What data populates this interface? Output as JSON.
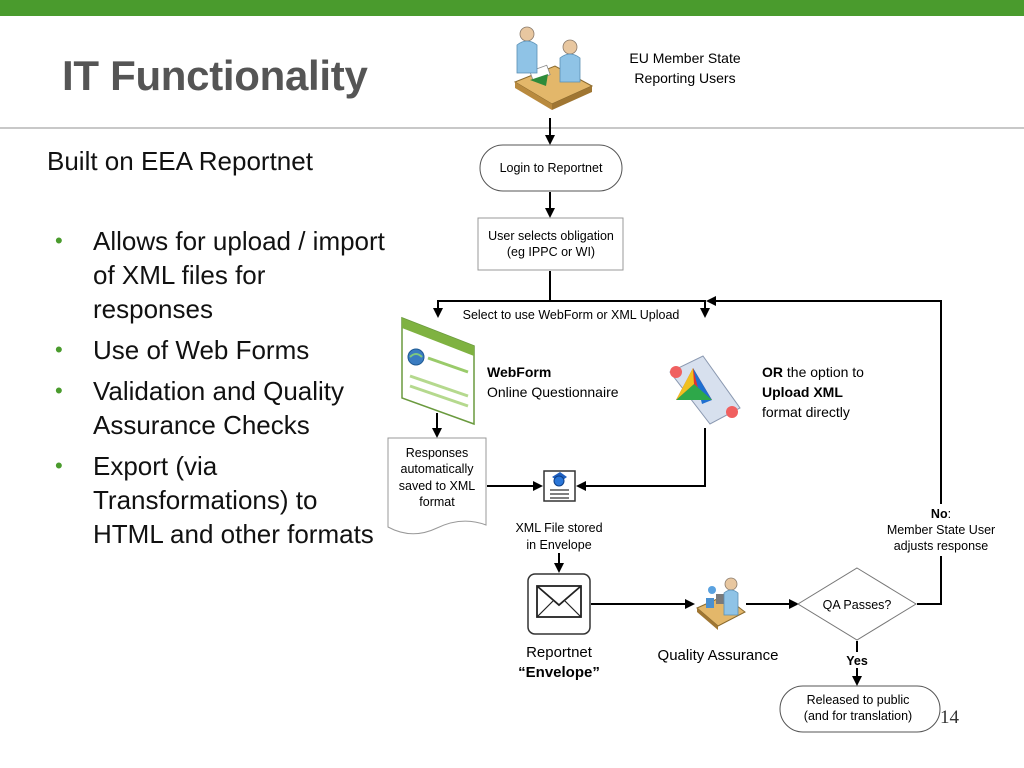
{
  "slide": {
    "title": "IT Functionality",
    "subtitle": "Built on EEA Reportnet",
    "bullets": [
      {
        "text": "Allows for upload / import of XML files for responses"
      },
      {
        "text": "Use of Web Forms"
      },
      {
        "text": "Validation and Quality Assurance Checks"
      },
      {
        "text": "Export (via Transformations) to HTML and other formats"
      }
    ],
    "page_number": "14"
  },
  "colors": {
    "accent": "#4a9b2d",
    "title": "#555555"
  },
  "diagram": {
    "users_line1": "EU Member State",
    "users_line2": "Reporting Users",
    "login": "Login to Reportnet",
    "select_line1": "User selects obligation",
    "select_line2": "(eg IPPC or WI)",
    "choose": "Select to use WebForm or XML Upload",
    "webform_bold": "WebForm",
    "webform_sub": "Online Questionnaire",
    "or_bold": "OR",
    "or_rest": " the option to",
    "upload_bold": "Upload XML",
    "upload_sub": "format directly",
    "resp_line1": "Responses",
    "resp_line2": "automatically",
    "resp_line3": "saved to XML",
    "resp_line4": "format",
    "stored_line1": "XML File stored",
    "stored_line2": "in Envelope",
    "envelope_line1": "Reportnet",
    "envelope_line2": "“Envelope”",
    "qa": "Quality Assurance",
    "qa_passes": "QA Passes?",
    "no_bold": "No",
    "no_colon": ":",
    "no_line2": "Member State User",
    "no_line3": "adjusts response",
    "yes": "Yes",
    "released_line1": "Released to public",
    "released_line2": "(and for translation)"
  }
}
